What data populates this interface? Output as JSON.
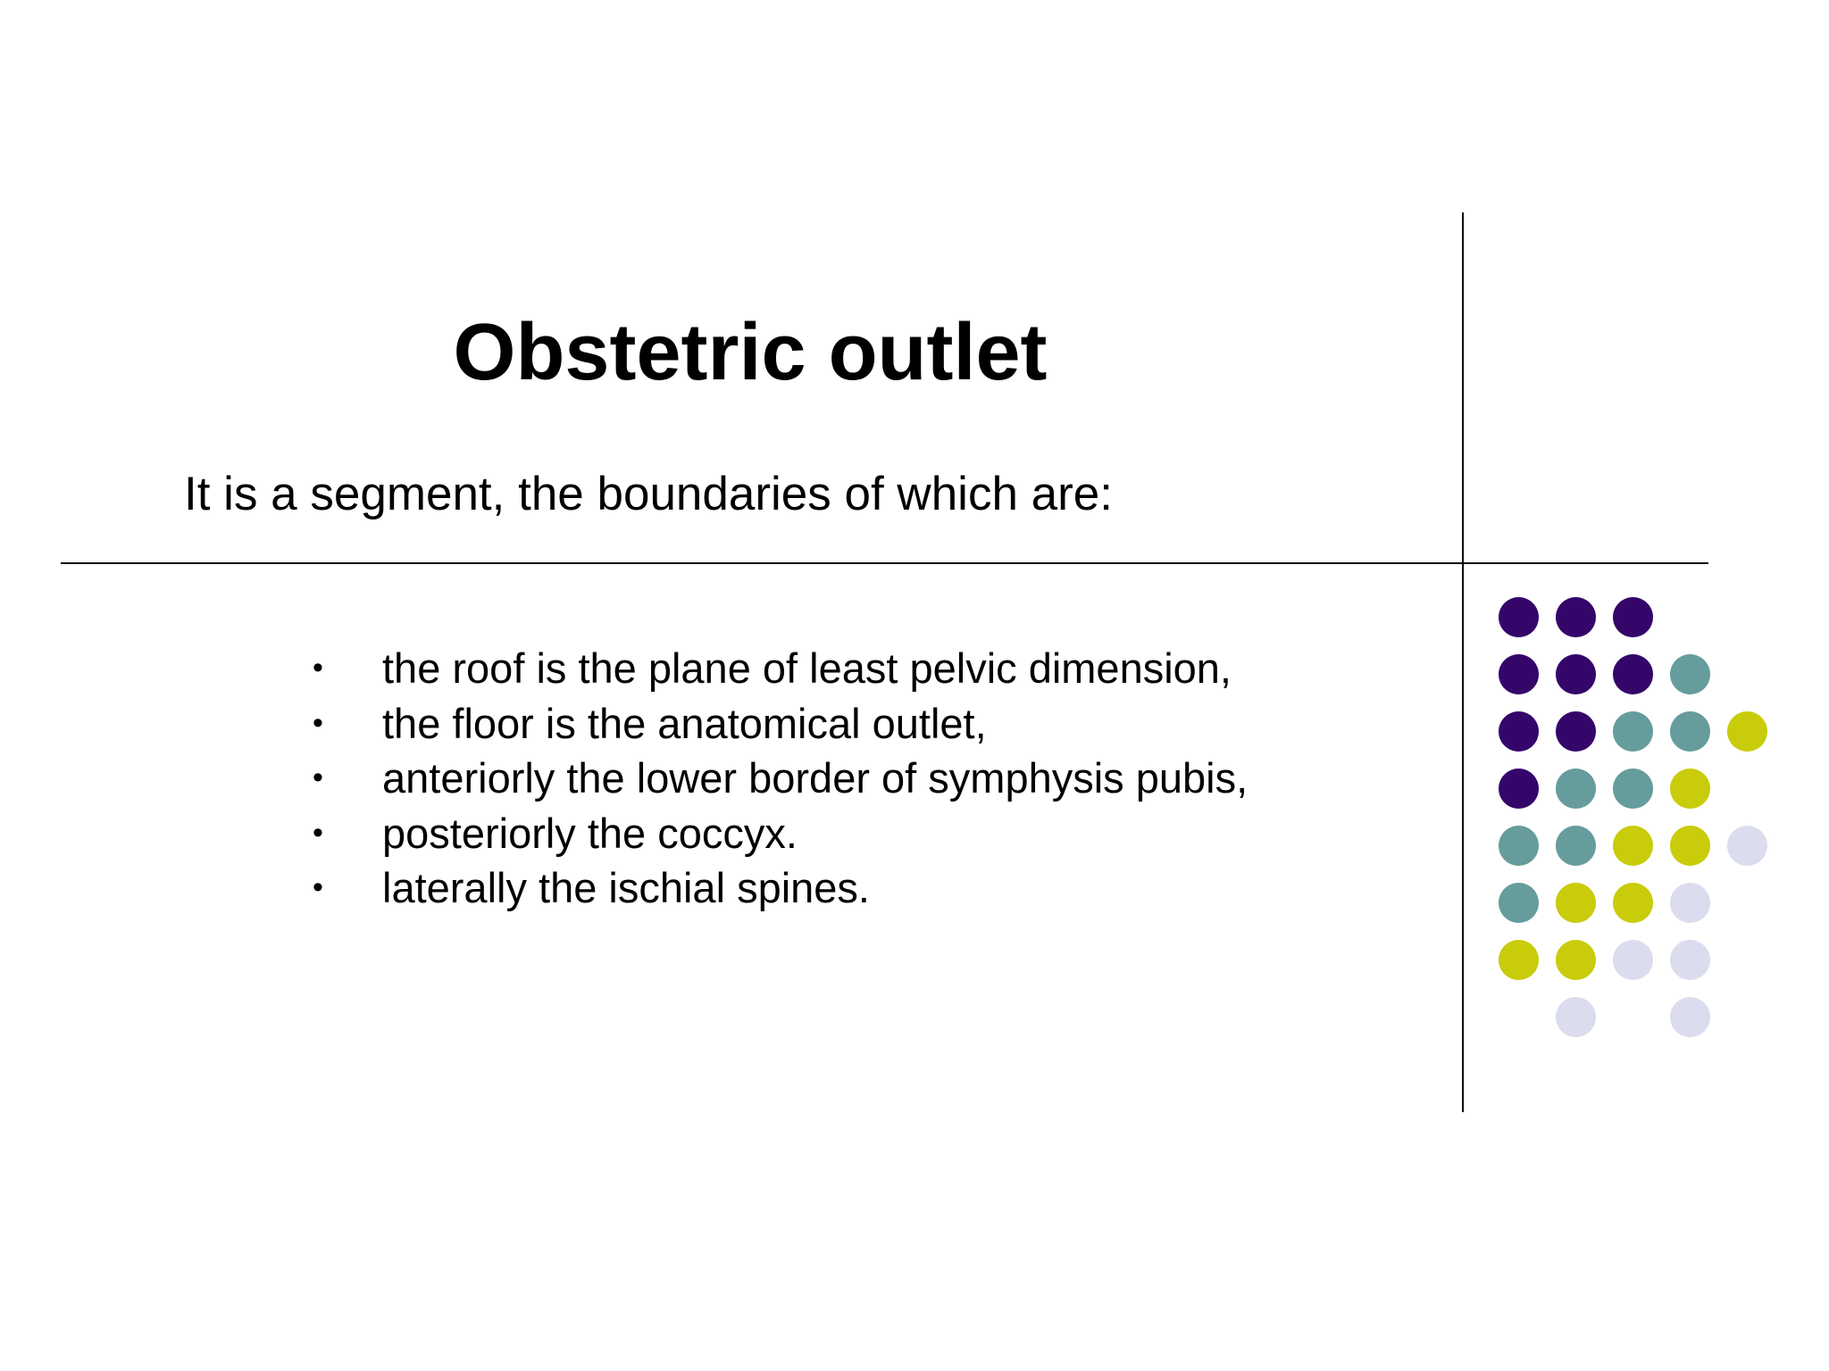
{
  "slide": {
    "title": "Obstetric outlet",
    "subtitle": "It is a segment, the boundaries of which are:",
    "bullets": [
      "the roof is the plane of least pelvic dimension,",
      "the floor is the anatomical outlet,",
      "anteriorly the lower border of symphysis pubis,",
      "posteriorly the coccyx.",
      "laterally the ischial spines."
    ],
    "bullet_symbol": "•"
  },
  "colors": {
    "purple": "#34066a",
    "teal": "#669c9c",
    "olive": "#c9cc0a",
    "lavender": "#dcdcef",
    "rule": "#000000",
    "text": "#000000",
    "background": "#ffffff"
  },
  "dot_grid": [
    [
      "purple",
      "purple",
      "purple",
      null,
      null
    ],
    [
      "purple",
      "purple",
      "purple",
      "teal",
      null
    ],
    [
      "purple",
      "purple",
      "teal",
      "teal",
      "olive"
    ],
    [
      "purple",
      "teal",
      "teal",
      "olive",
      null
    ],
    [
      "teal",
      "teal",
      "olive",
      "olive",
      "lavender"
    ],
    [
      "teal",
      "olive",
      "olive",
      "lavender",
      null
    ],
    [
      "olive",
      "olive",
      "lavender",
      "lavender",
      null
    ],
    [
      null,
      "lavender",
      null,
      "lavender",
      null
    ]
  ]
}
